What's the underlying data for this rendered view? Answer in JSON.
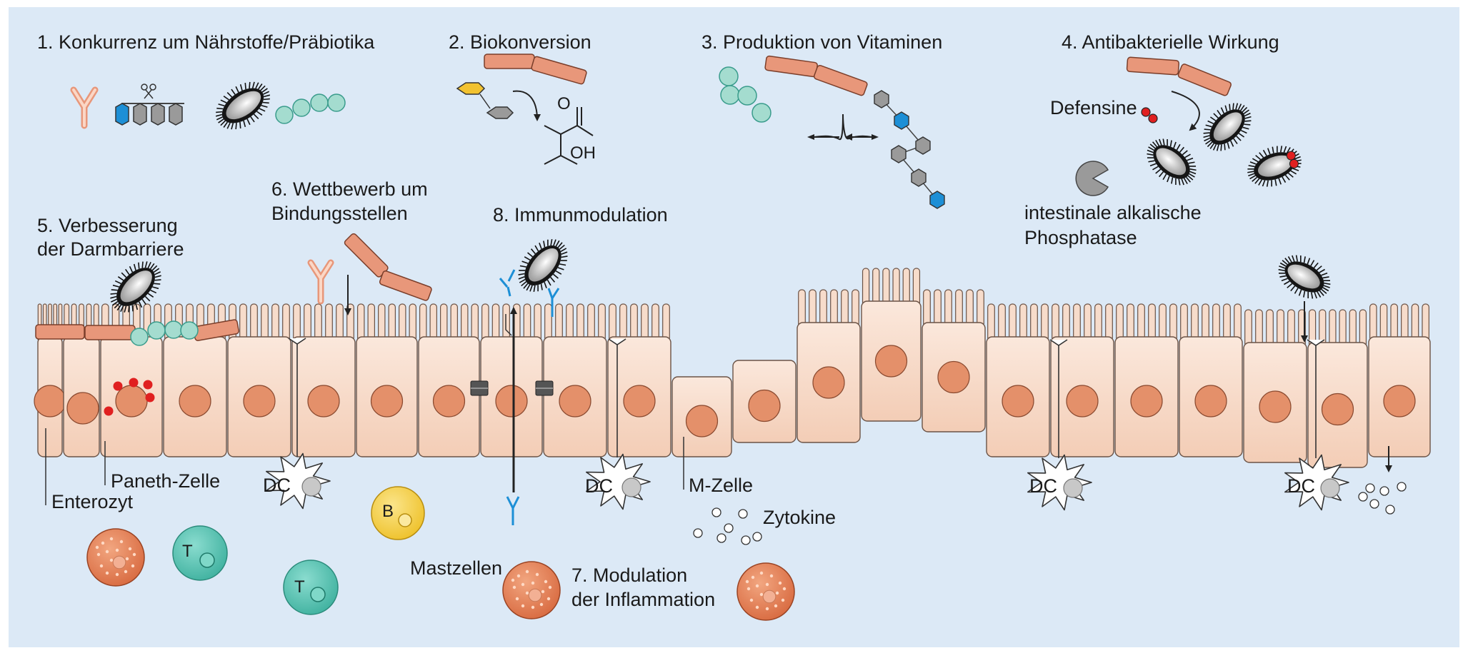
{
  "colors": {
    "background": "#dce9f6",
    "cell_fill": "#f7dccb",
    "cell_stroke": "#6b5346",
    "nucleus": "#e4906a",
    "rod_bacteria": "#e8977a",
    "coccus": "#a4dccf",
    "defensin_red": "#e02020",
    "blue_accent": "#1d8fd6",
    "gray_block": "#9a9a9a",
    "yellow_block": "#f2c230",
    "b_cell": "#f6d44a",
    "t_cell": "#5cc7b5",
    "mast_cell": "#e0815c"
  },
  "labels": {
    "m1": "1. Konkurrenz um Nährstoffe/Präbiotika",
    "m2": "2. Biokonversion",
    "m3": "3. Produktion von Vitaminen",
    "m4": "4. Antibakterielle Wirkung",
    "m5_line1": "5. Verbesserung",
    "m5_line2": "der Darmbarriere",
    "m6_line1": "6. Wettbewerb um",
    "m6_line2": "Bindungsstellen",
    "m7_line1": "7. Modulation",
    "m7_line2": "der Inflammation",
    "m8": "8. Immunmodulation",
    "defensine": "Defensine",
    "iap_line1": "intestinale alkalische",
    "iap_line2": "Phosphatase",
    "paneth": "Paneth-Zelle",
    "enterozyt": "Enterozyt",
    "m_zelle": "M-Zelle",
    "zytokine": "Zytokine",
    "mastzellen": "Mastzellen",
    "dc": "DC",
    "t_cell": "T",
    "b_cell": "B",
    "chem_o": "O",
    "chem_oh": "OH"
  },
  "icons": [
    "y-receptor-icon",
    "scissors-icon",
    "rod-bacterium-icon",
    "coccus-chain-icon",
    "pacman-phosphatase-icon",
    "defensin-icon",
    "antibody-icon",
    "dendritic-cell-icon",
    "tight-junction-icon"
  ]
}
